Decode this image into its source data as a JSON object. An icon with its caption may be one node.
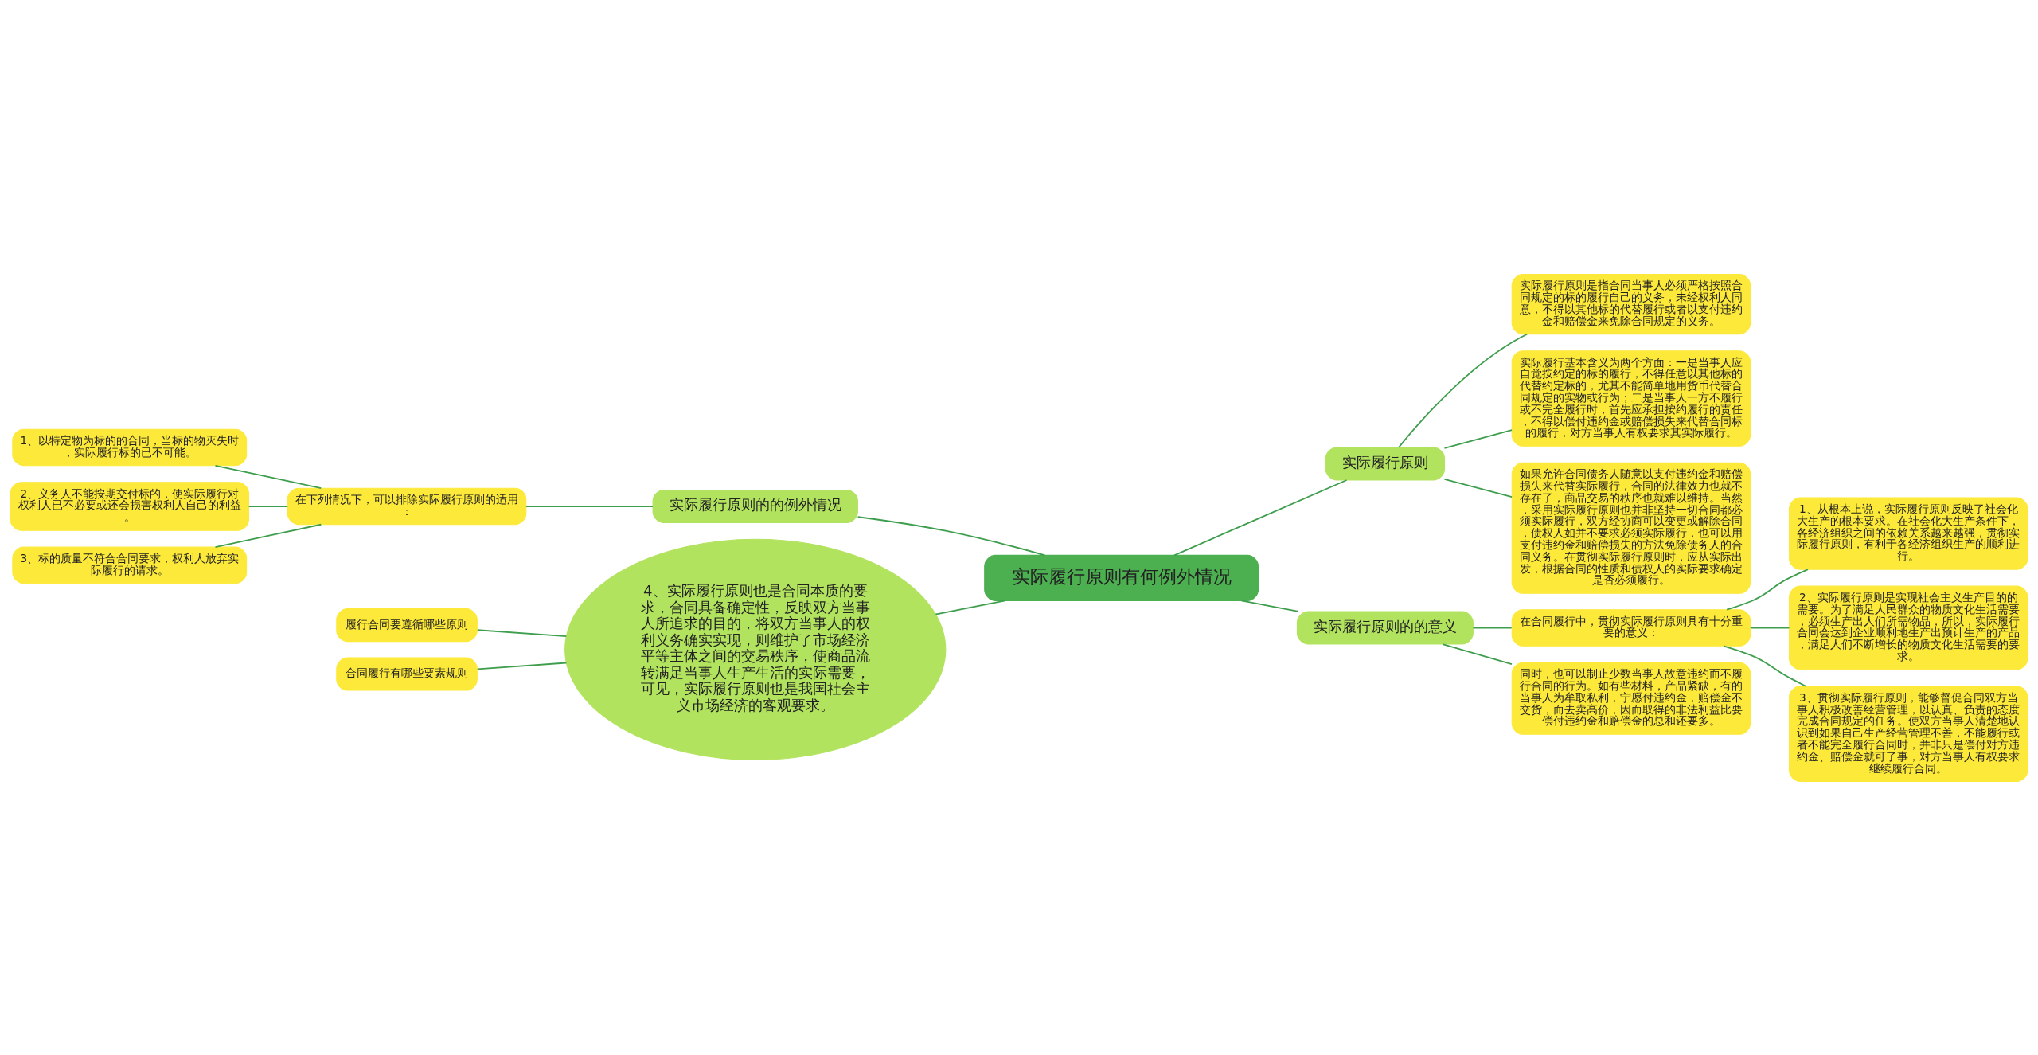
{
  "diagram": {
    "nodes": [
      {
        "text": [
          "实际履行原则有何例外情况"
        ]
      },
      {
        "text": [
          "实际履行原则"
        ]
      },
      {
        "text": [
          "实际履行原则是指合同当事人必须严格按照合同规定的标的履行自己的义务，未经权利人同意，不得以其他标的代替履行或者以支付违约金和赔偿金来免除合同规定的义务。"
        ]
      },
      {
        "text": [
          "实际履行基本含义为两个方面：一是当事人应自觉按约定的标的履行，不得任意以其他标的代替约定标的，尤其不能简单地用货币代替合同规定的实物或行为；二是当事人一方不履行或不完全履行时，首先应承担按约履行的责任，不得以偿付违约金或赔偿损失来代替合同标的履行，对方当事人有权要求其实际履行。"
        ]
      },
      {
        "text": [
          "如果允许合同债务人随意以支付违约金和赔偿损失来代替实际履行，合同的法律效力也就不存在了，商品交易的秩序也就难以维持。当然，采用实际履行原则也并非坚持一切合同都必须实际履行，双方经协商可以变更或解除合同，债权人如并不要求必须实际履行，也可以用支付违约金和赔偿损失的方法免除债务人的合同义务。在贯彻实际履行原则时，应从实际出发，根据合同的性质和债权人的实际要求确定是否必须履行。"
        ]
      },
      {
        "text": [
          "实际履行原则的的例外情况"
        ]
      },
      {
        "text": [
          "在下列情况下，可以排除实际履行原则的适用："
        ]
      },
      {
        "text": [
          "1、以特定物为标的的合同，当标的物灭失时，实际履行标的已不可能。"
        ]
      },
      {
        "text": [
          "2、义务人不能按期交付标的，使实际履行对权利人已不必要或还会损害权利人自己的利益。"
        ]
      },
      {
        "text": [
          "3、标的质量不符合合同要求，权利人放弃实际履行的请求。"
        ]
      },
      {
        "text": [
          "4、实际履行原则也是合同本质的要求，合同具备确定性，反映双方当事人所追求的目的，将双方当事人的权利义务确实实现，则维护了市场经济平等主体之间的交易秩序，使商品流转满足当事人生产生活的实际需要，可见，实际履行原则也是我国社会主义市场经济的客观要求。"
        ]
      },
      {
        "text": [
          "履行合同要遵循哪些原则"
        ]
      },
      {
        "text": [
          "合同履行有哪些要素规则"
        ]
      },
      {
        "text": [
          "实际履行原则的的意义"
        ]
      },
      {
        "text": [
          "在合同履行中，贯彻实际履行原则具有十分重要的意义："
        ]
      },
      {
        "text": [
          "1、从根本上说，实际履行原则反映了社会化大生产的根本要求。在社会化大生产条件下，各经济组织之间的依赖关系越来越强，贯彻实际履行原则，有利于各经济组织生产的顺利进行。"
        ]
      },
      {
        "text": [
          "2、实际履行原则是实现社会主义生产目的的需要。为了满足人民群众的物质文化生活需要，必须生产出人们所需物品，所以，实际履行合同会达到企业顺利地生产出预计生产的产品，满足人们不断增长的物质文化生活需要的要求。"
        ]
      },
      {
        "text": [
          "3、贯彻实际履行原则，能够督促合同双方当事人积极改善经营管理，以认真、负责的态度完成合同规定的任务。使双方当事人清楚地认识到如果自己生产经营管理不善，不能履行或者不能完全履行合同时，并非只是偿付对方违约金、赔偿金就可了事，对方当事人有权要求继续履行合同。"
        ]
      },
      {
        "text": [
          "同时，也可以制止少数当事人故意违约而不履行合同的行为。如有些材料，产品紧缺，有的当事人为牟取私利，宁愿付违约金，赔偿金不交货，而去卖高价，因而取得的非法利益比要偿付违约金和赔偿金的总和还要多。"
        ]
      }
    ],
    "edges": [
      {
        "from": 0,
        "to": 1,
        "arrow": "none"
      },
      {
        "from": 1,
        "to": 2,
        "arrow": "none"
      },
      {
        "from": 1,
        "to": 3,
        "arrow": "none"
      },
      {
        "from": 1,
        "to": 4,
        "arrow": "none"
      },
      {
        "from": 0,
        "to": 5,
        "arrow": "none"
      },
      {
        "from": 5,
        "to": 6,
        "arrow": "none"
      },
      {
        "from": 6,
        "to": 7,
        "arrow": "none"
      },
      {
        "from": 6,
        "to": 8,
        "arrow": "none"
      },
      {
        "from": 6,
        "to": 9,
        "arrow": "none"
      },
      {
        "from": 0,
        "to": 10,
        "arrow": "none"
      },
      {
        "from": 10,
        "to": 11,
        "arrow": "none"
      },
      {
        "from": 10,
        "to": 12,
        "arrow": "none"
      },
      {
        "from": 0,
        "to": 13,
        "arrow": "none"
      },
      {
        "from": 13,
        "to": 14,
        "arrow": "none"
      },
      {
        "from": 14,
        "to": 15,
        "arrow": "none"
      },
      {
        "from": 14,
        "to": 16,
        "arrow": "none"
      },
      {
        "from": 14,
        "to": 17,
        "arrow": "none"
      },
      {
        "from": 13,
        "to": 18,
        "arrow": "none"
      }
    ]
  }
}
